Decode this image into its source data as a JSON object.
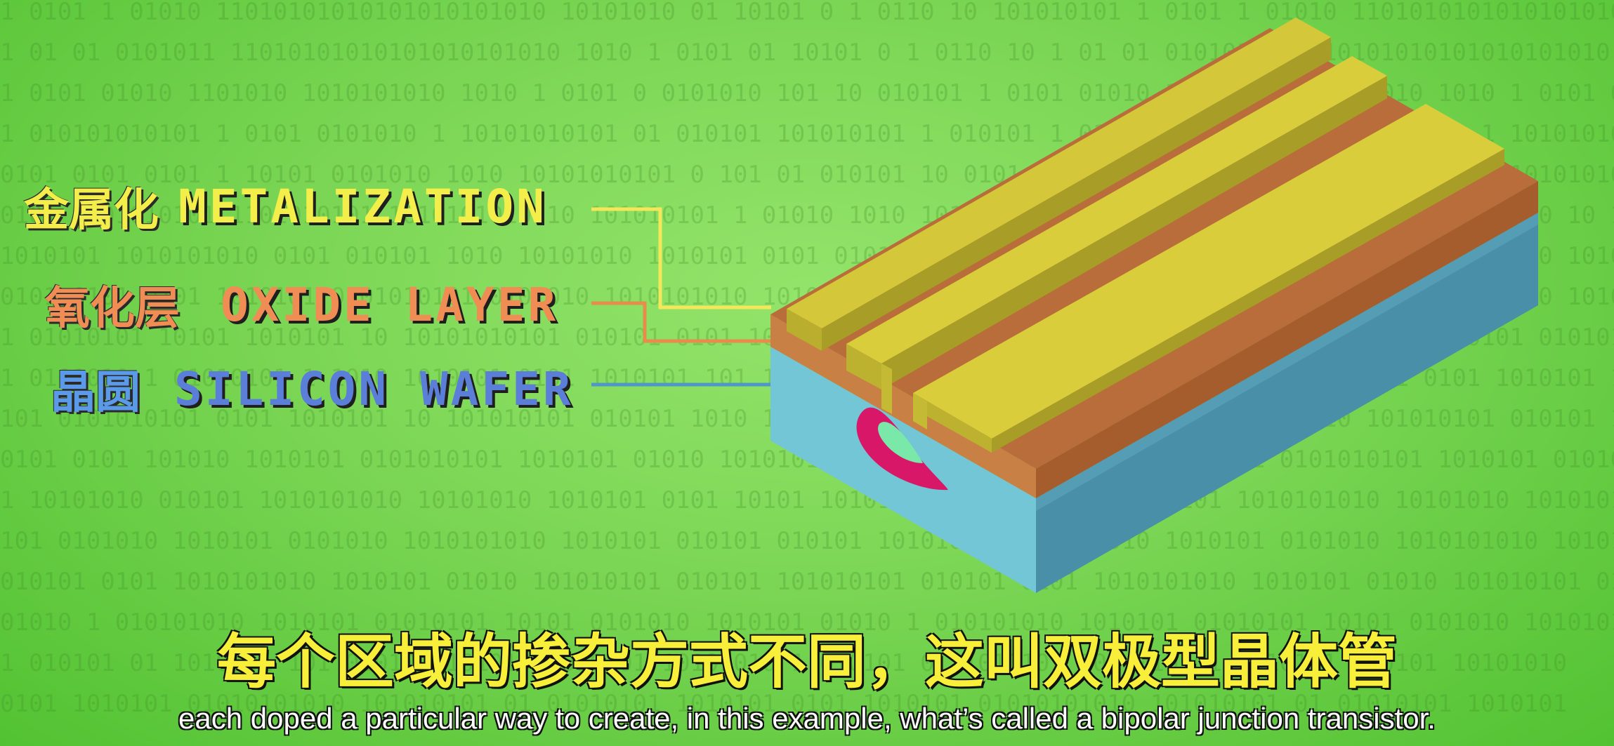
{
  "colors": {
    "background": "#7fd858",
    "metal_top": "#d9cd3c",
    "metal_side": "#b3aa2c",
    "oxide": "#c0743f",
    "silicon": "#73c6d6",
    "doped_outer": "#d81768",
    "doped_inner": "#7ae8a8",
    "leader_metal": "#f4e85a",
    "leader_oxide": "#e88b4b",
    "leader_silicon": "#4f97c7"
  },
  "labels": {
    "metalization": {
      "zh": "金属化",
      "en": "METALIZATION",
      "color": "#f4ee4a"
    },
    "oxide_layer": {
      "zh": "氧化层",
      "en": "OXIDE LAYER",
      "color": "#f08d55"
    },
    "silicon_wafer": {
      "zh": "晶圆",
      "en": "SILICON WAFER",
      "color": "#5b7fd8"
    }
  },
  "subtitle": {
    "zh": "每个区域的掺杂方式不同，这叫双极型晶体管",
    "en": "each doped a particular way to create, in this example, what’s called a bipolar junction transistor."
  },
  "background_binary_text": [
    "1  0101   1   01010   11010101010101010101010    10101010  01   10101    0   1   0110   10   101010101",
    "1   01      01  0101011  11010101010101010101010    1010   1   0101   01  10101    0   1   0110   10",
    "1  0101       01010    1101010      1010101010    1010  1   0101   0  0101010    101   10   010101",
    "1   010101010101    1    0101  0101010   1   10101010101   01   010101  101010101   1  010101",
    "0101  0101  0101   1   10101   0101010    1010   10101010101   0  101   01  010101   10",
    "0101   0101010101   1101010101   1010101010   10   101010101   1   01010   1010   101010",
    "1010101  1010101010   0101   010101   1010  10101010  1010101   0101   0101   010101  10",
    "0101   0101   0101   1010101   0101010101   0101010   1010101010   1010   101010   1",
    "1  01010101   10101   1010101   10   10101010101   010101   0101   101010   1010101",
    "1   0101010   1   01010101   1   1010   1010101   0101   1010101   101   10101   010",
    "101  0101010101   0101   1010101   10   101010101   010101   1010   1010101   01",
    "0101   0101   101010   1010101   0101010101   1010101   01010   1010101   10101",
    "1  10101010  010101  1010101010  10101010   1010101  0101  10101   1010101010",
    "101  0101010  1010101   0101010  1010101010   1010101  010101  010101  1010101",
    "010101  0101  1010101010  1010101  01010  101010101  010101  101010101",
    "01010  1  010101010  1010101  01010101  10101  0101010  1010101",
    "1  010101  01  1010101  101  010101  1010101  010101  10101010",
    "0101   1010101   01010101010   101010101   01   01010101   1010101"
  ]
}
